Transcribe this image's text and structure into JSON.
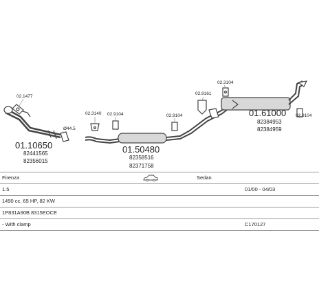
{
  "parts": [
    {
      "id": "p1",
      "number": "01.10650",
      "codes": [
        "82441565",
        "82356015"
      ]
    },
    {
      "id": "p2",
      "number": "01.50480",
      "codes": [
        "82358516",
        "82371758"
      ]
    },
    {
      "id": "p3",
      "number": "01.61000",
      "codes": [
        "82384953",
        "82384959"
      ]
    }
  ],
  "fittings": {
    "f1": "02.1477",
    "f2": "02.3140",
    "f3": "02.9104",
    "f4": "02.9104",
    "f5": "02.9161",
    "f6": "02.3104",
    "f7": "02.9104",
    "diameter": "Ø44.5"
  },
  "info": {
    "make": "Firenza",
    "body": "Sedan",
    "engine": "1.5",
    "years": "01/00 - 04/03",
    "power": "1490 cc, 65 HP, 82 KW",
    "variant": "1P831A90B 8315EOCE",
    "option": "- With clamp",
    "catalog": "C170127"
  },
  "colors": {
    "line": "#444444",
    "muffler_fill": "#d8d8d8",
    "grid": "#9a9a9a"
  }
}
